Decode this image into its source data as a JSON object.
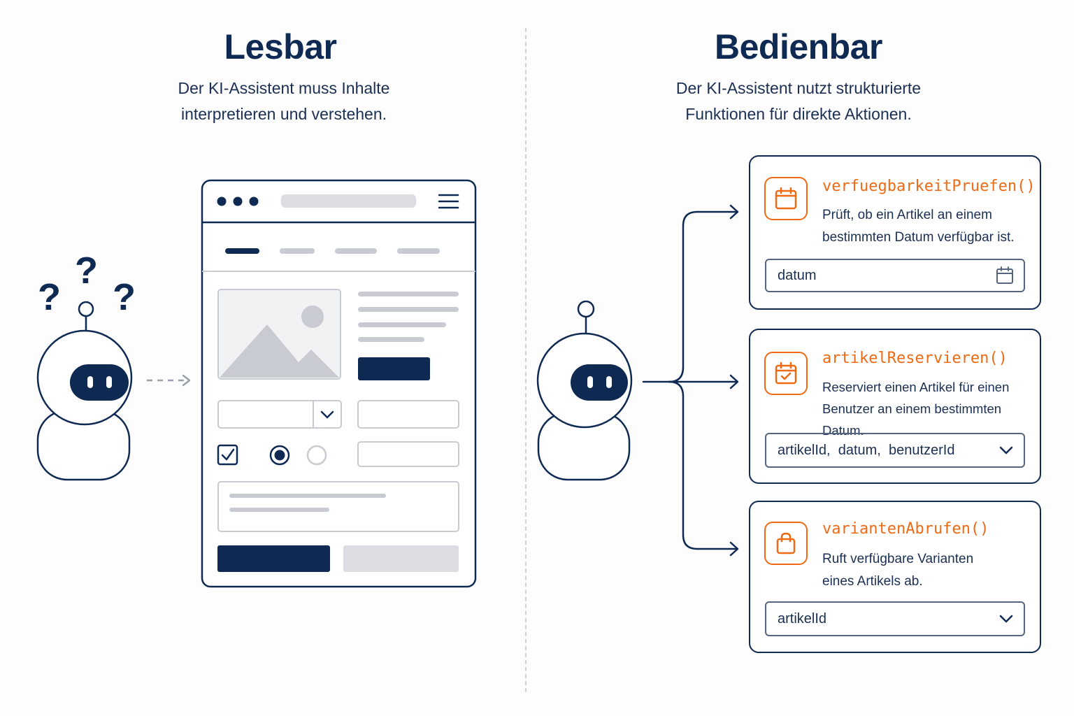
{
  "left": {
    "title": "Lesbar",
    "subtitle_line1": "Der KI-Assistent muss Inhalte",
    "subtitle_line2": "interpretieren und verstehen."
  },
  "right": {
    "title": "Bedienbar",
    "subtitle_line1": "Der KI-Assistent nutzt strukturierte",
    "subtitle_line2": "Funktionen für direkte Aktionen."
  },
  "functions": [
    {
      "name": "verfuegbarkeitPruefen()",
      "desc_line1": "Prüft, ob ein Artikel an einem",
      "desc_line2": "bestimmten Datum verfügbar ist.",
      "params": "datum",
      "icon": "calendar-icon",
      "control": "date-picker"
    },
    {
      "name": "artikelReservieren()",
      "desc_line1": "Reserviert einen Artikel für einen",
      "desc_line2": "Benutzer an einem bestimmten Datum.",
      "params": "artikelId,  datum,  benutzerId",
      "icon": "calendar-check-icon",
      "control": "dropdown"
    },
    {
      "name": "variantenAbrufen()",
      "desc_line1": "Ruft verfügbare Varianten",
      "desc_line2": "eines Artikels ab.",
      "params": "artikelId",
      "icon": "shopping-bag-icon",
      "control": "dropdown"
    }
  ],
  "colors": {
    "navy": "#0f2a52",
    "accent": "#ee6a14",
    "placeholder_gray": "#c9cbd2",
    "divider": "#cfd3da"
  }
}
